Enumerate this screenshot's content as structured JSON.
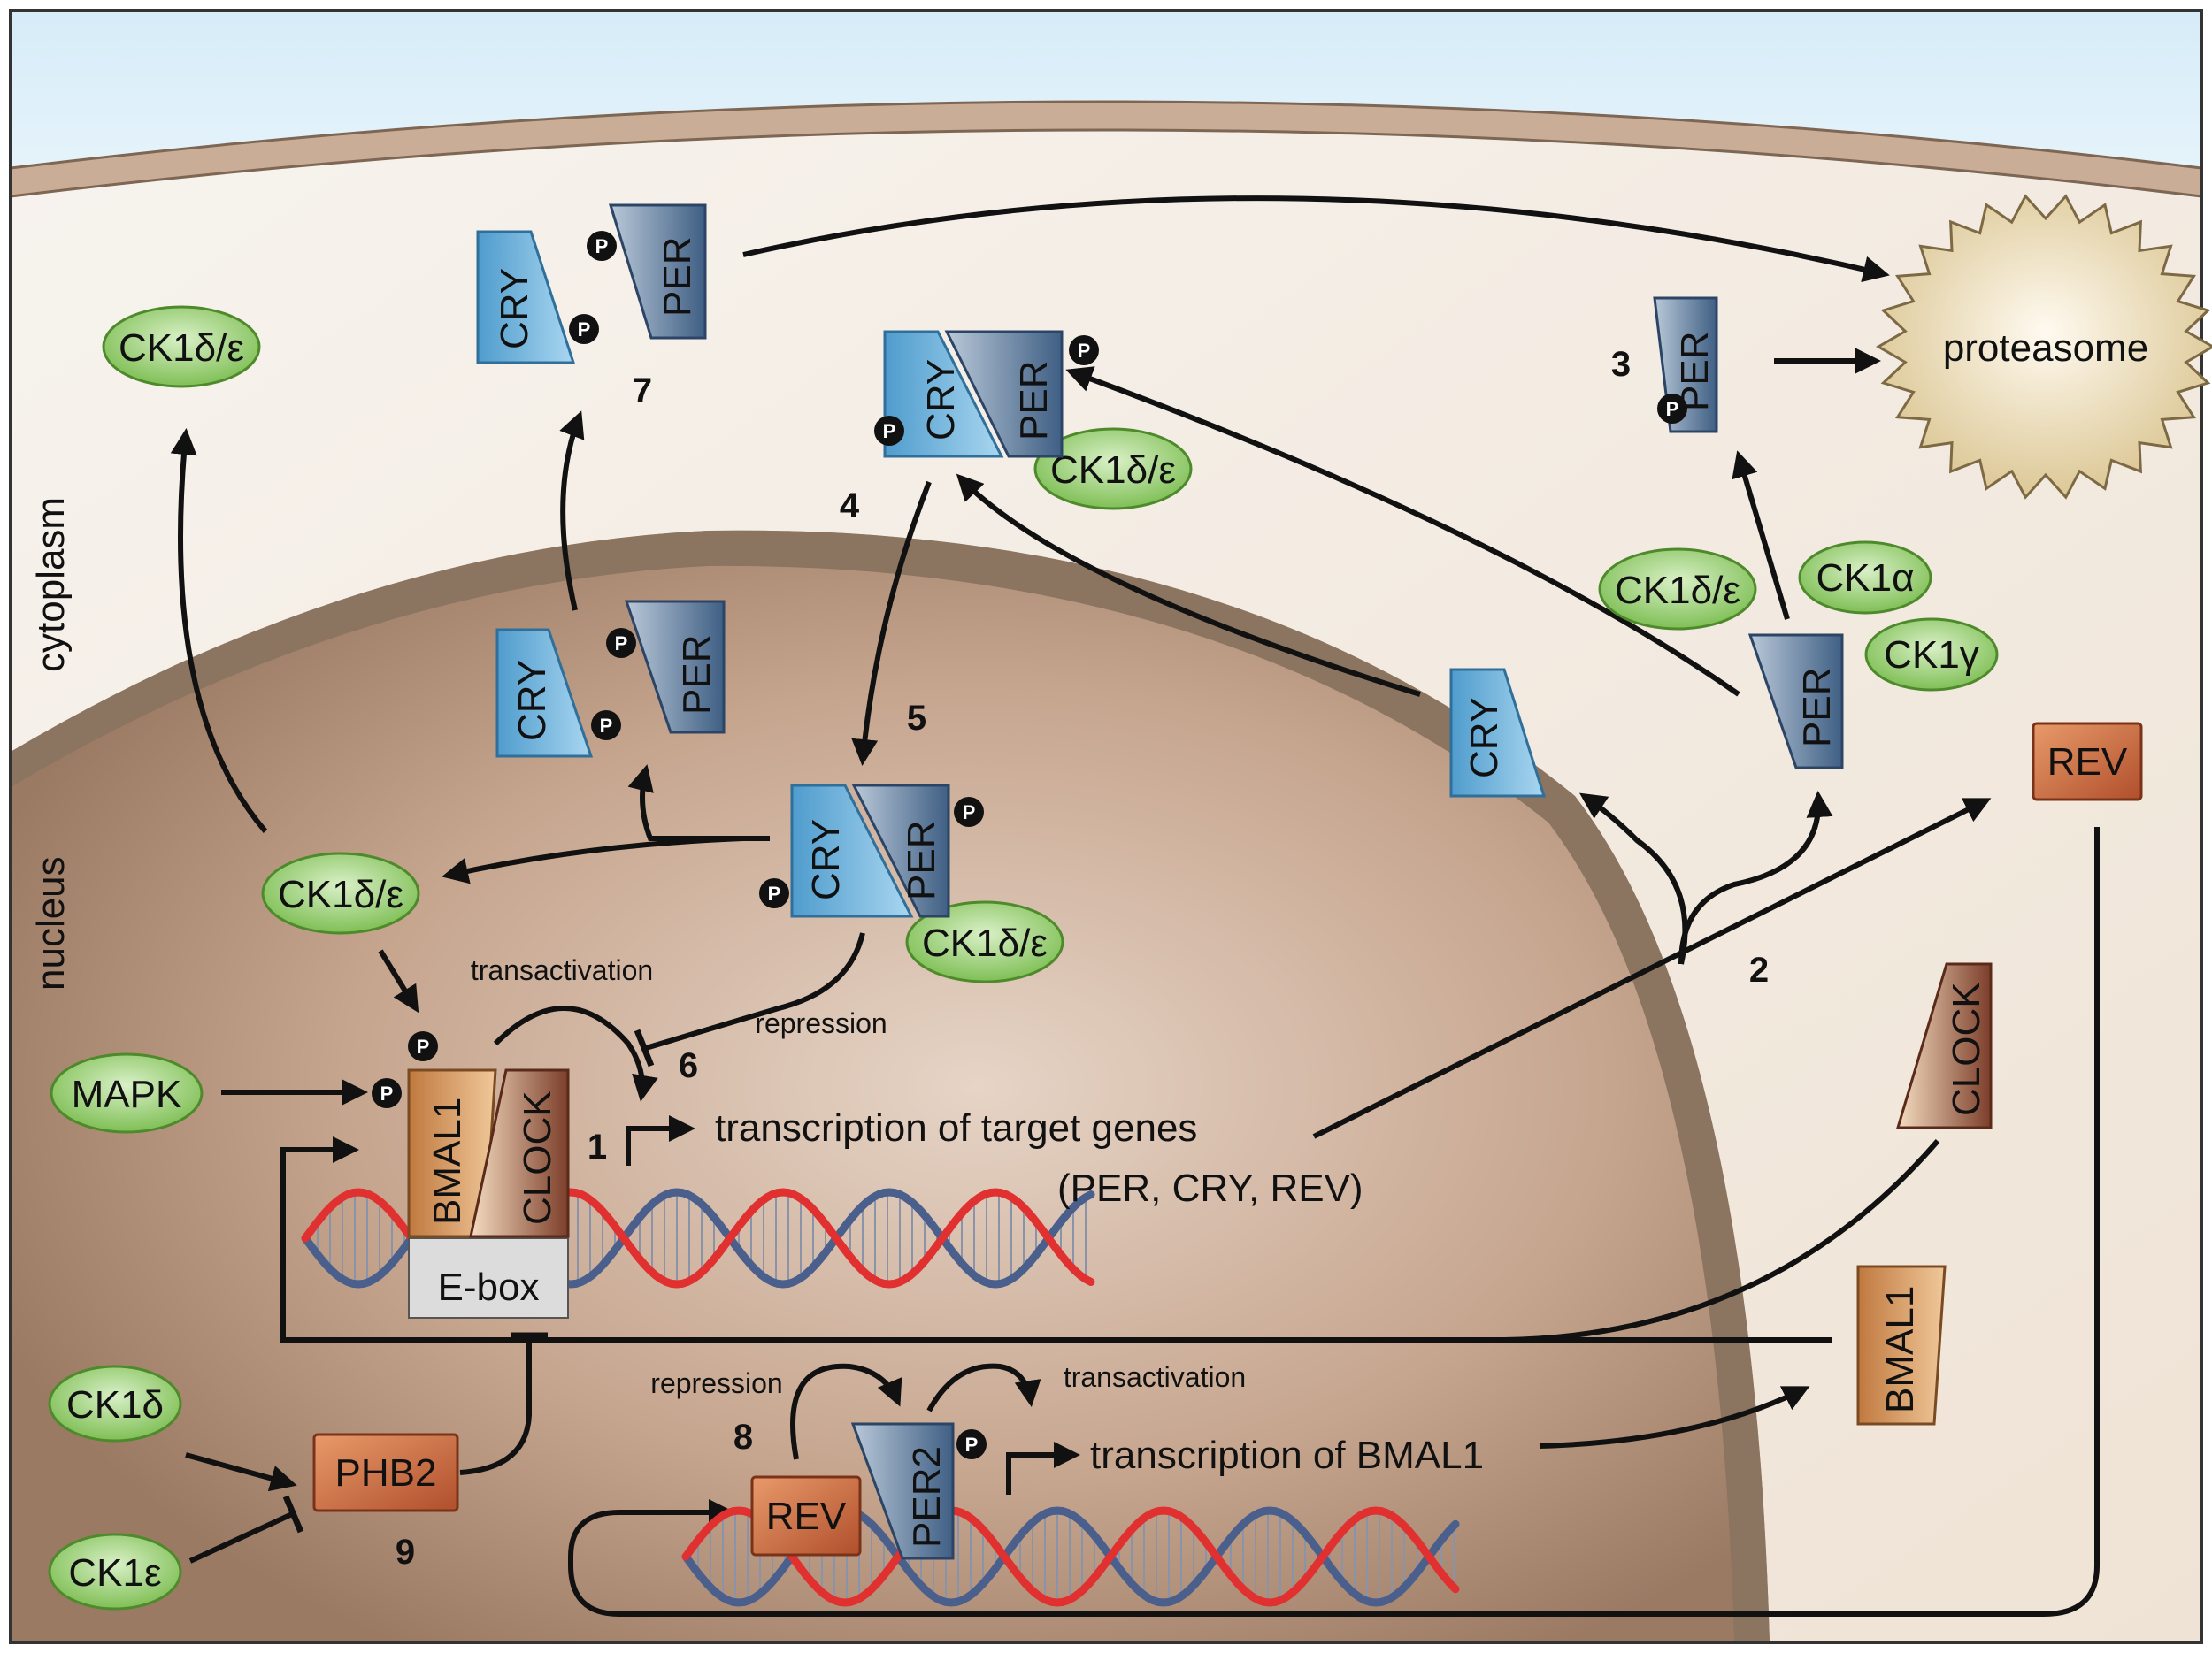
{
  "regions": {
    "cytoplasm": "cytoplasm",
    "nucleus": "nucleus"
  },
  "labels": {
    "proteasome": "proteasome",
    "ebox": "E-box",
    "p": "P",
    "cry": "CRY",
    "per": "PER",
    "per2": "PER2",
    "bmal1": "BMAL1",
    "clock": "CLOCK",
    "rev": "REV",
    "phb2": "PHB2",
    "ck1de": "CK1δ/ε",
    "ck1a": "CK1α",
    "ck1g": "CK1γ",
    "ck1d": "CK1δ",
    "ck1e": "CK1ε",
    "mapk": "MAPK"
  },
  "text": {
    "transactivation": "transactivation",
    "repression": "repression",
    "target_genes": "transcription of target genes",
    "target_genes_list": "(PER, CRY, REV)",
    "bmal1_transcription": "transcription of BMAL1"
  },
  "steps": [
    "1",
    "2",
    "3",
    "4",
    "5",
    "6",
    "7",
    "8",
    "9"
  ],
  "colors": {
    "cry": "#6fb3dc",
    "per": "#4f6f93",
    "kinase": "#8dc86a",
    "bmal1": "#c98a52",
    "clock": "#8a4a36",
    "rev": "#c0603a",
    "membrane": "#8b7560",
    "dna_red": "#e03030",
    "dna_blue": "#4a5f8c"
  }
}
